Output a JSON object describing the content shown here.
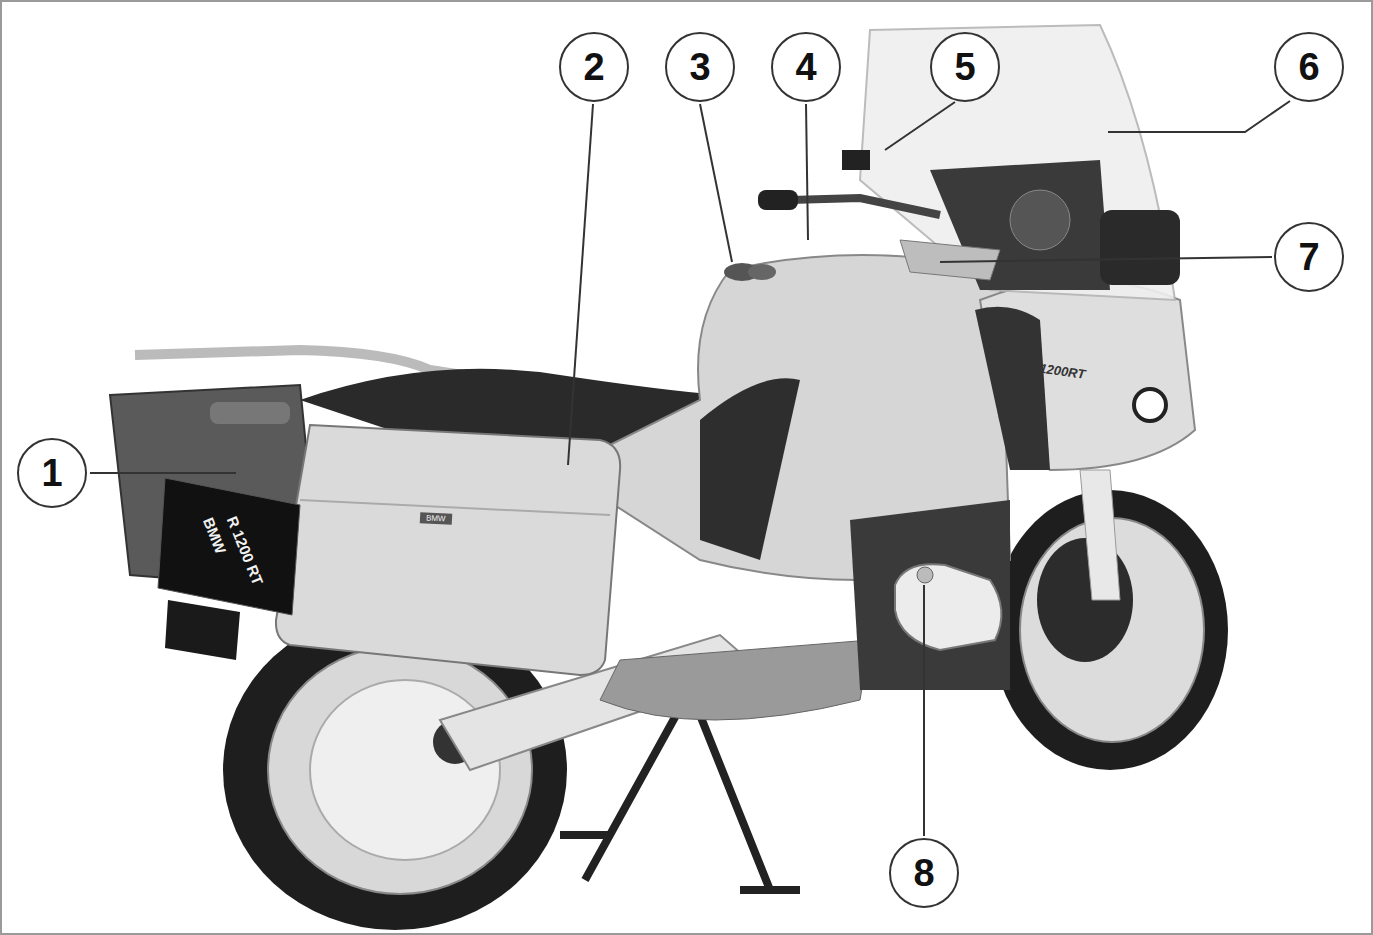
{
  "diagram": {
    "labels": [
      "1",
      "2",
      "3",
      "4",
      "5",
      "6",
      "7",
      "8",
      "BMW",
      "R 1200 RT",
      "BMW",
      "R1200RT"
    ]
  }
}
